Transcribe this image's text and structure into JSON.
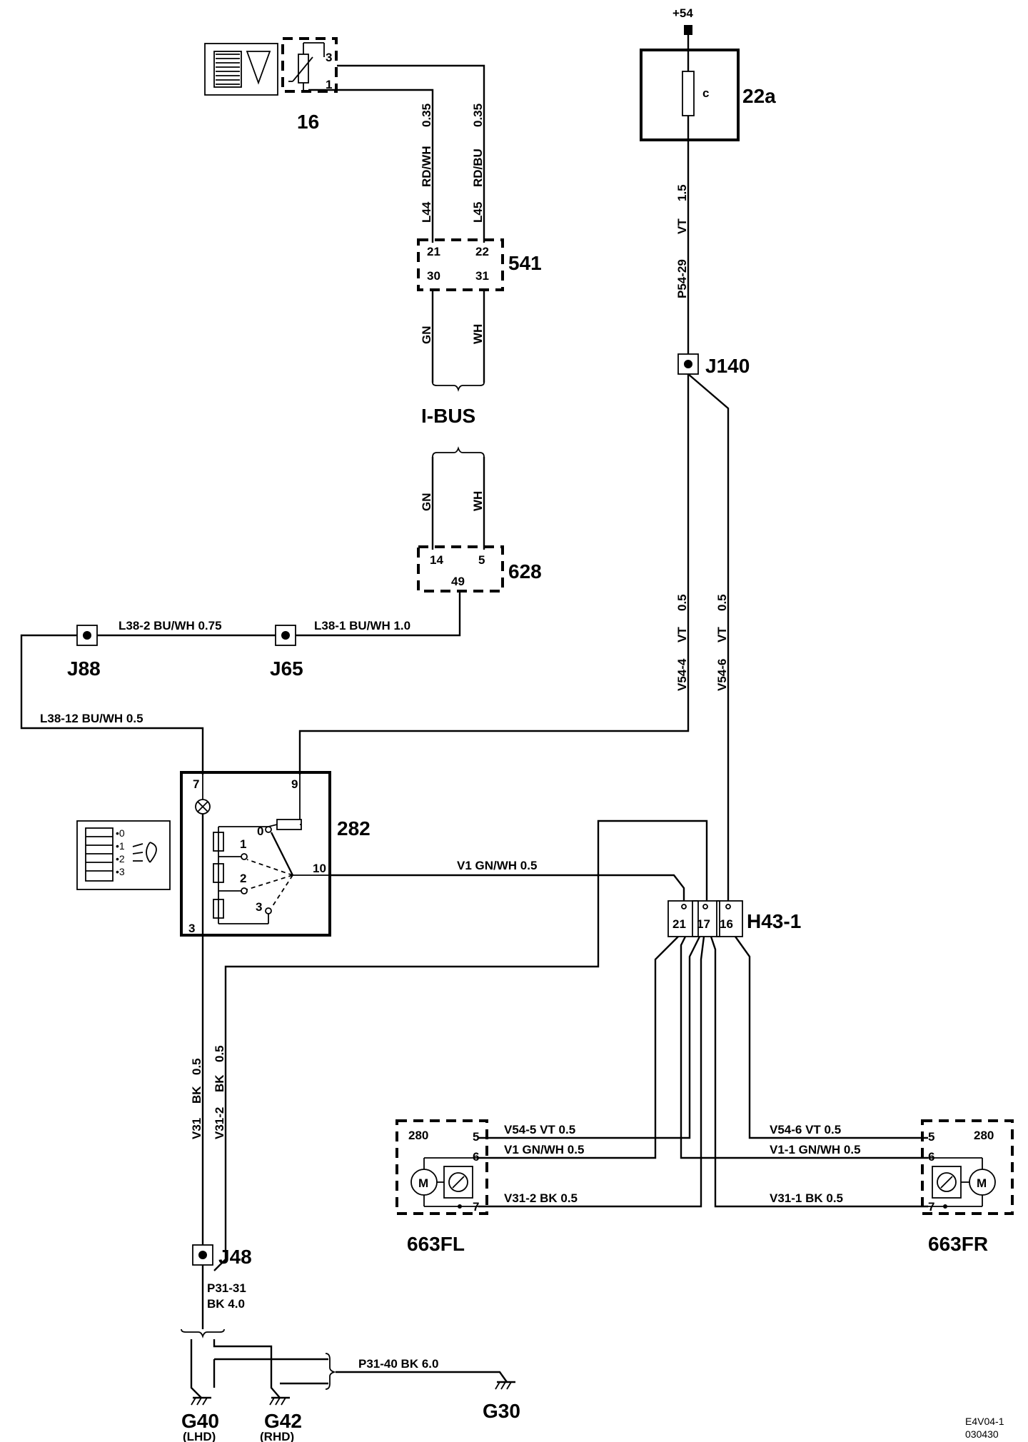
{
  "components": {
    "c16": "16",
    "c22a": "22a",
    "c541": "541",
    "c628": "628",
    "c282": "282",
    "j140": "J140",
    "j88": "J88",
    "j65": "J65",
    "j48": "J48",
    "h43": "H43-1",
    "fl": "663FL",
    "fr": "663FR",
    "g40": "G40",
    "g40_sub": "(LHD)",
    "g42": "G42",
    "g42_sub": "(RHD)",
    "g30": "G30",
    "ibus": "I-BUS",
    "plus54": "+54",
    "fuse": "c"
  },
  "pins": {
    "p16_3": "3",
    "p16_1": "1",
    "p541_21": "21",
    "p541_22": "22",
    "p541_30": "30",
    "p541_31": "31",
    "p628_14": "14",
    "p628_5": "5",
    "p628_49": "49",
    "p282_7": "7",
    "p282_9": "9",
    "p282_10": "10",
    "p282_3": "3",
    "sw0": "0",
    "sw1": "1",
    "sw2": "2",
    "sw3": "3",
    "h21": "21",
    "h17": "17",
    "h16": "16",
    "fl_280": "280",
    "fl_5": "5",
    "fl_6": "6",
    "fl_7": "7",
    "fr_5": "5",
    "fr_6": "6",
    "fr_7": "7",
    "fr_280": "280",
    "motor": "M"
  },
  "wires": {
    "w_l44_a": "L44",
    "w_l44_b": "RD/WH",
    "w_l44_c": "0.35",
    "w_l45_a": "L45",
    "w_l45_b": "RD/BU",
    "w_l45_c": "0.35",
    "w_gn_top": "GN",
    "w_wh_top": "WH",
    "w_gn_bot": "GN",
    "w_wh_bot": "WH",
    "w_p5429_a": "P54-29",
    "w_p5429_b": "VT",
    "w_p5429_c": "1.5",
    "w_l382": "L38-2   BU/WH   0.75",
    "w_l381": "L38-1   BU/WH   1.0",
    "w_l3812": "L38-12   BU/WH   0.5",
    "w_v544_a": "V54-4",
    "w_v544_b": "VT",
    "w_v544_c": "0.5",
    "w_v546_a": "V54-6",
    "w_v546_b": "VT",
    "w_v546_c": "0.5",
    "w_v1": "V1   GN/WH  0.5",
    "w_v31_a": "V31",
    "w_v31_b": "BK",
    "w_v31_c": "0.5",
    "w_v312_a": "V31-2",
    "w_v312_b": "BK",
    "w_v312_c": "0.5",
    "w_fl_v545": "V54-5   VT   0.5",
    "w_fl_v1": "V1    GN/WH    0.5",
    "w_fl_v312": "V31-2    BK    0.5",
    "w_fr_v546": "V54-6   VT   0.5",
    "w_fr_v11": "V1-1   GN/WH    0.5",
    "w_fr_v311": "V31-1    BK    0.5",
    "w_p3131_a": "P31-31",
    "w_p3131_b": "BK   4.0",
    "w_p3140": "P31-40   BK   6.0"
  },
  "legend": {
    "l0": "•0",
    "l1": "•1",
    "l2": "•2",
    "l3": "•3"
  },
  "footer": {
    "code": "E4V04-1",
    "date": "030430"
  }
}
